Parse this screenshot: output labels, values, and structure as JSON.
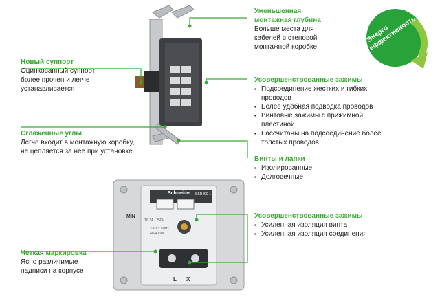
{
  "callouts": {
    "depth": {
      "title": "Уменьшенная\nмонтажная глубина",
      "body": "Больше места для\nкабелей в стеновой\nмонтажной коробке"
    },
    "support": {
      "title": "Новый суппорт",
      "body": "Оцинкованный суппорт\nболее прочен и легче\nустанавливается"
    },
    "clamps_top": {
      "title": "Усовершенствованные зажимы",
      "items": [
        "Подсоединение жестких и гибких проводов",
        "Более удобная подводка проводов",
        "Винтовые зажимы с прижимной пластиной",
        "Рассчитаны на подсоединение более толстых проводов"
      ]
    },
    "corners": {
      "title": "Сглаженные углы",
      "body": "Легче входит в монтажную коробку,\nне цепляется за нее при установке"
    },
    "screws": {
      "title": "Винты и лапки",
      "items": [
        "Изолированные",
        "Долговечные"
      ]
    },
    "clamps_bottom": {
      "title": "Усовершенствованные зажимы",
      "items": [
        "Усиленная изоляция винта",
        "Усиленная изоляция соединения"
      ]
    },
    "marking": {
      "title": "Четкая маркировка",
      "body": "Ясно различимые\nнадписи на корпусе"
    }
  },
  "badge": {
    "line1": "Энерго",
    "line2": "эффективность"
  },
  "device": {
    "brand": "Schneider",
    "model": "SSD400-1",
    "label_min": "MIN",
    "spec1": "230V~ 50Hz",
    "spec2": "40-400W",
    "rating": "T6.3A / 250V",
    "terminals": [
      "L",
      "X"
    ]
  },
  "colors": {
    "accent": "#3aa935",
    "badge": "#27a33a"
  }
}
